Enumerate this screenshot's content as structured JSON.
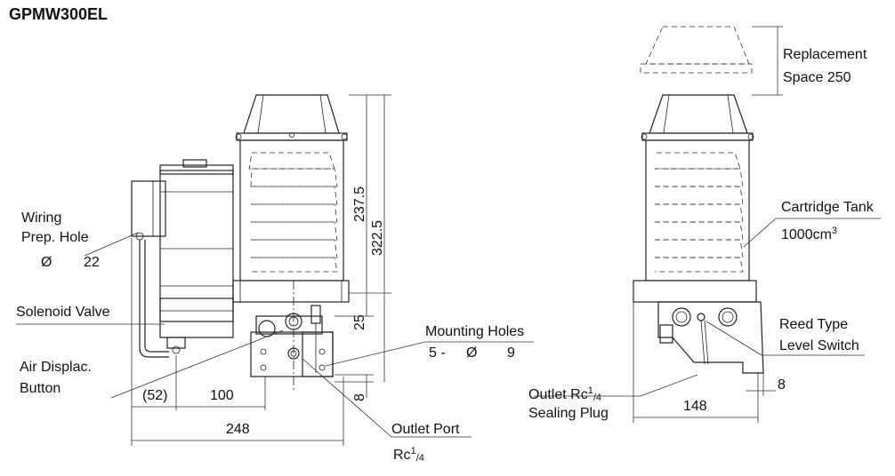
{
  "model": "GPMW300EL",
  "labels": {
    "wiring_line1": "Wiring",
    "wiring_line2": "Prep. Hole",
    "wiring_dia": "Ø",
    "wiring_val": "22",
    "solenoid": "Solenoid Valve",
    "air_line1": "Air Displac.",
    "air_line2": "Button",
    "mounting": "Mounting Holes",
    "mounting_count": "5 -",
    "mounting_dia": "Ø",
    "mounting_val": "9",
    "outlet_port": "Outlet Port",
    "outlet_port_rc": "Rc",
    "outlet_port_num": "1",
    "outlet_port_den": "/4",
    "replacement_line1": "Replacement",
    "replacement_line2": "Space  250",
    "cartridge_line1": "Cartridge Tank",
    "cartridge_line2": "1000cm",
    "cartridge_exp": "3",
    "reed_line1": "Reed Type",
    "reed_line2": "Level Switch",
    "outlet_rc_line": "Outlet  Rc",
    "outlet_rc_num": "1",
    "outlet_rc_den": "/4",
    "sealing_plug": "Sealing Plug"
  },
  "dimensions": {
    "d_2375": "237.5",
    "d_3225": "322.5",
    "d_25": "25",
    "d_8_left": "8",
    "d_52": "(52)",
    "d_100": "100",
    "d_248": "248",
    "d_148": "148",
    "d_8_right": "8"
  }
}
